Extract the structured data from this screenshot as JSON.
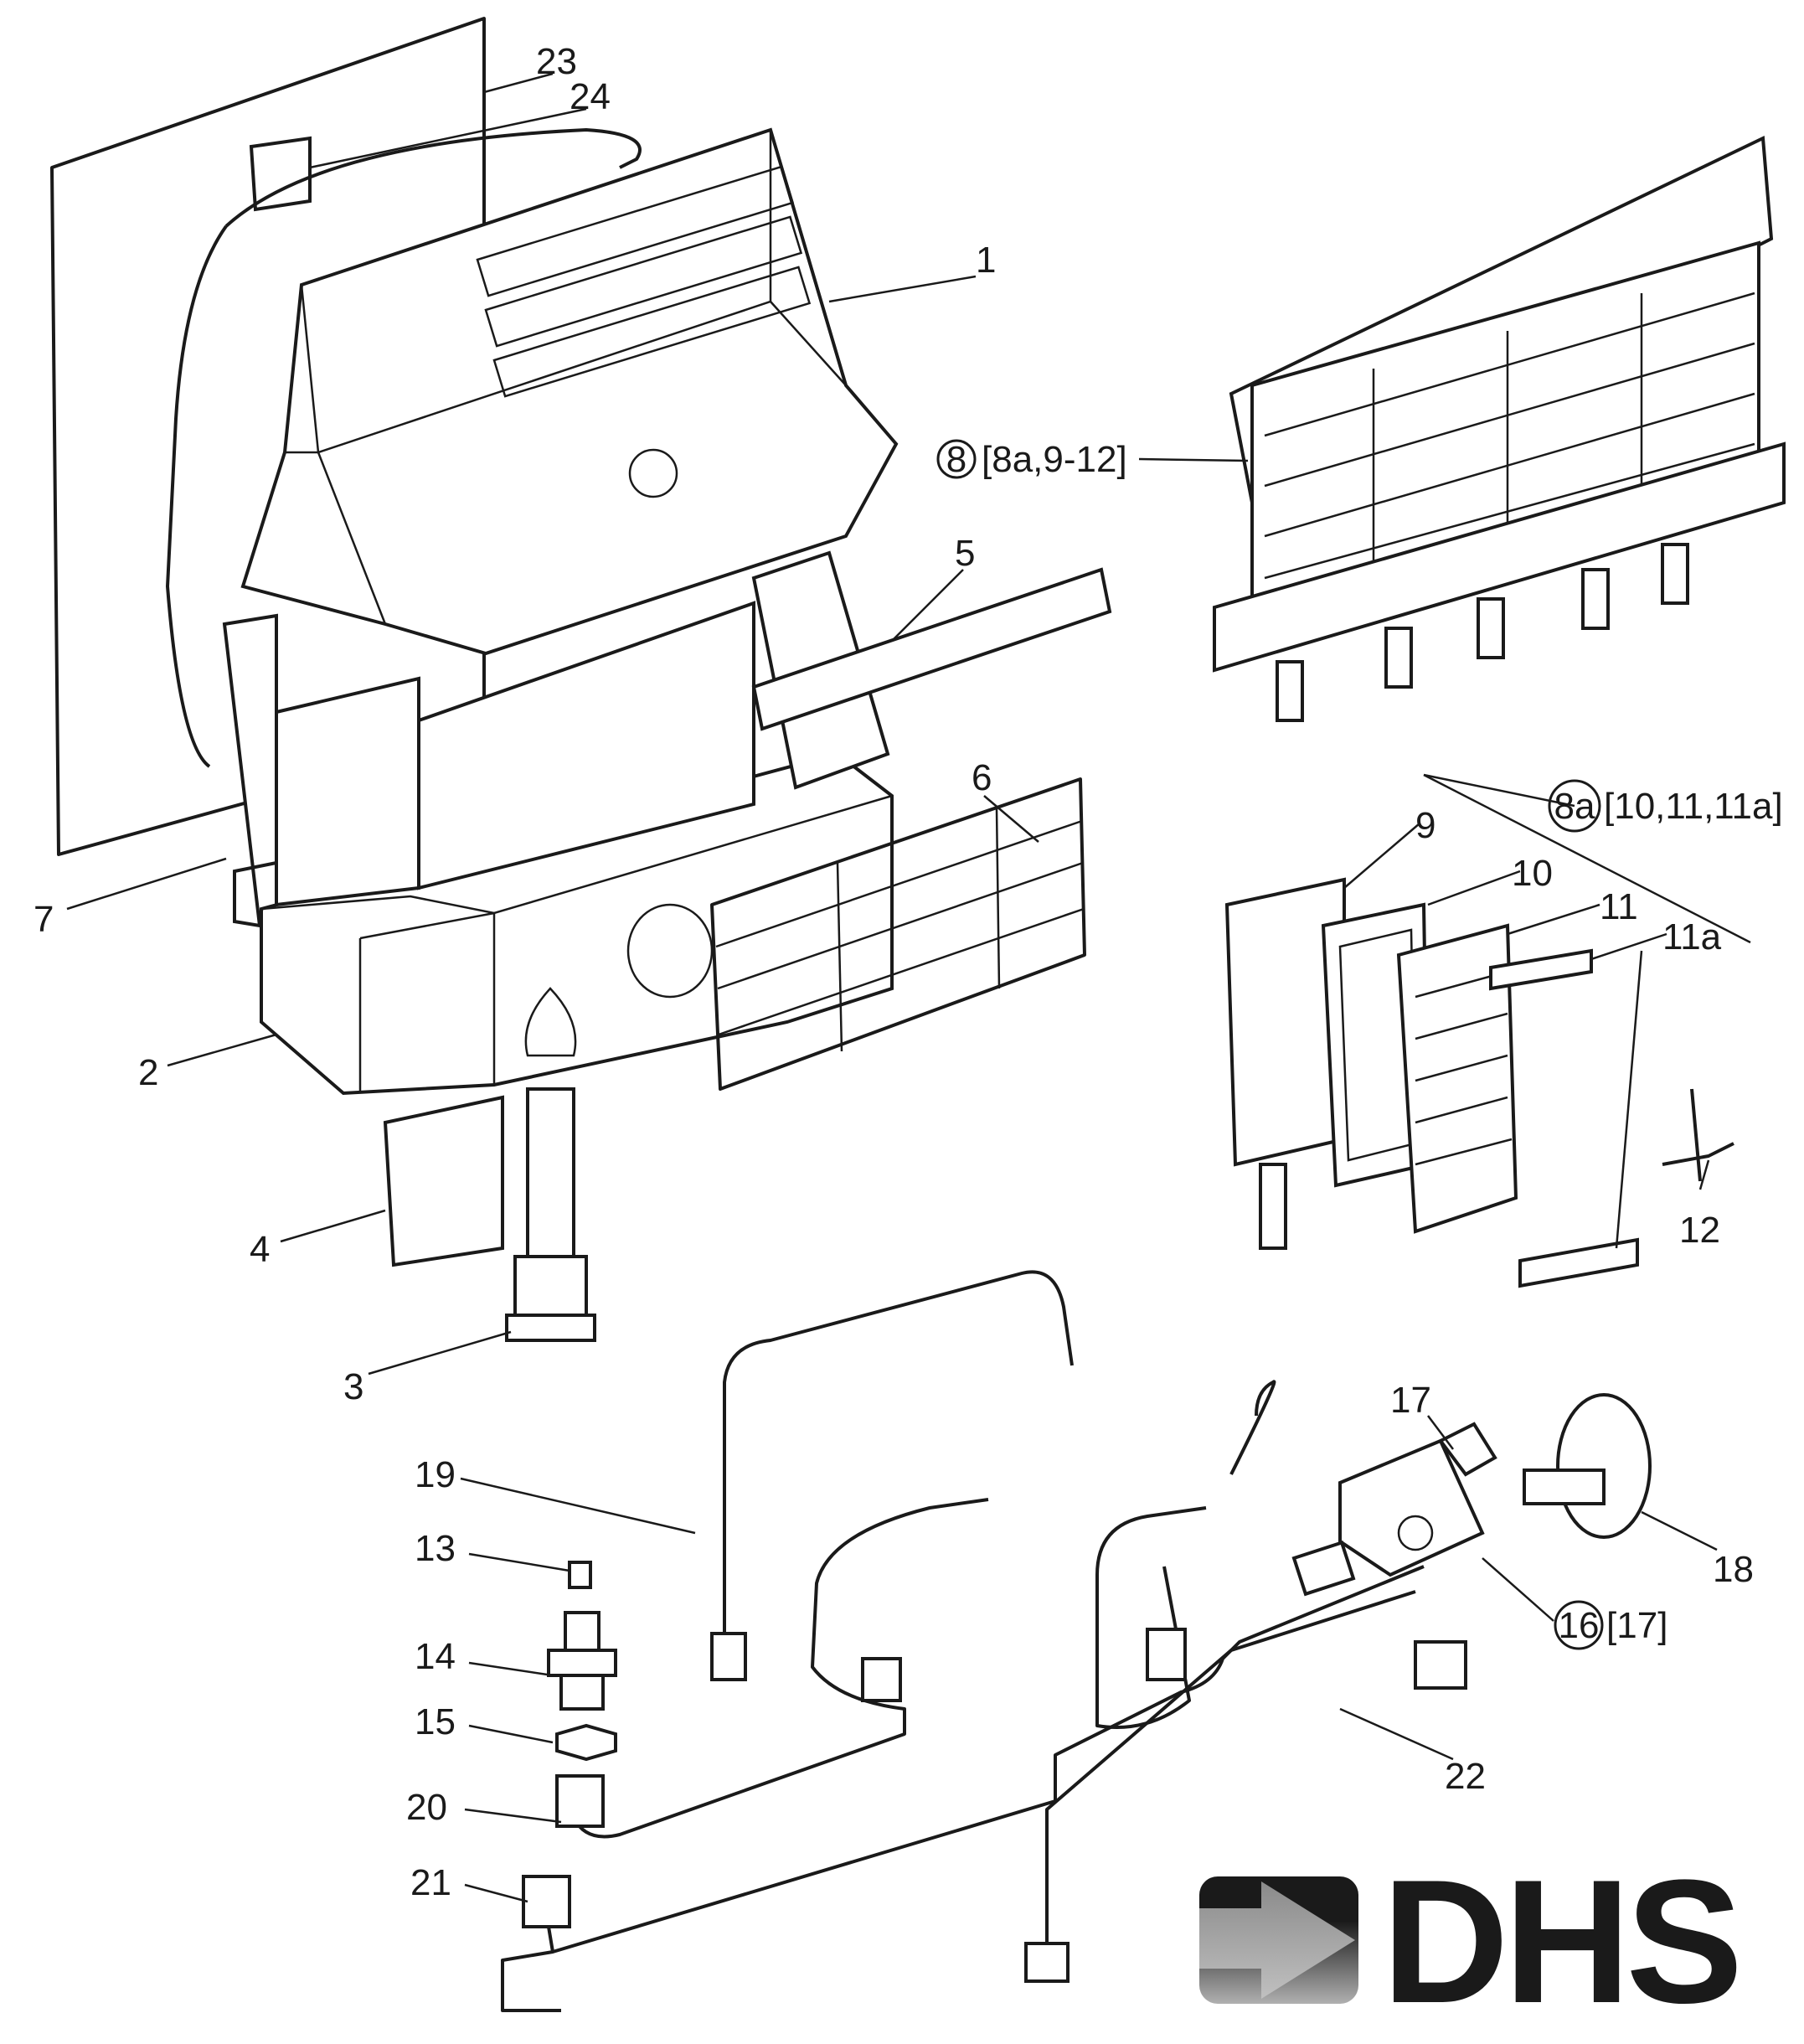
{
  "diagram": {
    "part_labels": {
      "p1": "1",
      "p2": "2",
      "p3": "3",
      "p4": "4",
      "p5": "5",
      "p6": "6",
      "p7": "7",
      "p9": "9",
      "p10": "10",
      "p11": "11",
      "p11a": "11a",
      "p12": "12",
      "p13": "13",
      "p14": "14",
      "p15": "15",
      "p17": "17",
      "p18": "18",
      "p19": "19",
      "p20": "20",
      "p21": "21",
      "p22": "22",
      "p23": "23",
      "p24": "24"
    },
    "assemblies": {
      "a8": {
        "number": "8",
        "contents": "8a,9-12"
      },
      "a8a": {
        "number": "8a",
        "contents": "10,11,11a"
      },
      "a16": {
        "number": "16",
        "contents": "17"
      }
    }
  },
  "logo": {
    "text": "DHS",
    "dark": "#1a1a1a",
    "light": "#b0b0b0"
  }
}
